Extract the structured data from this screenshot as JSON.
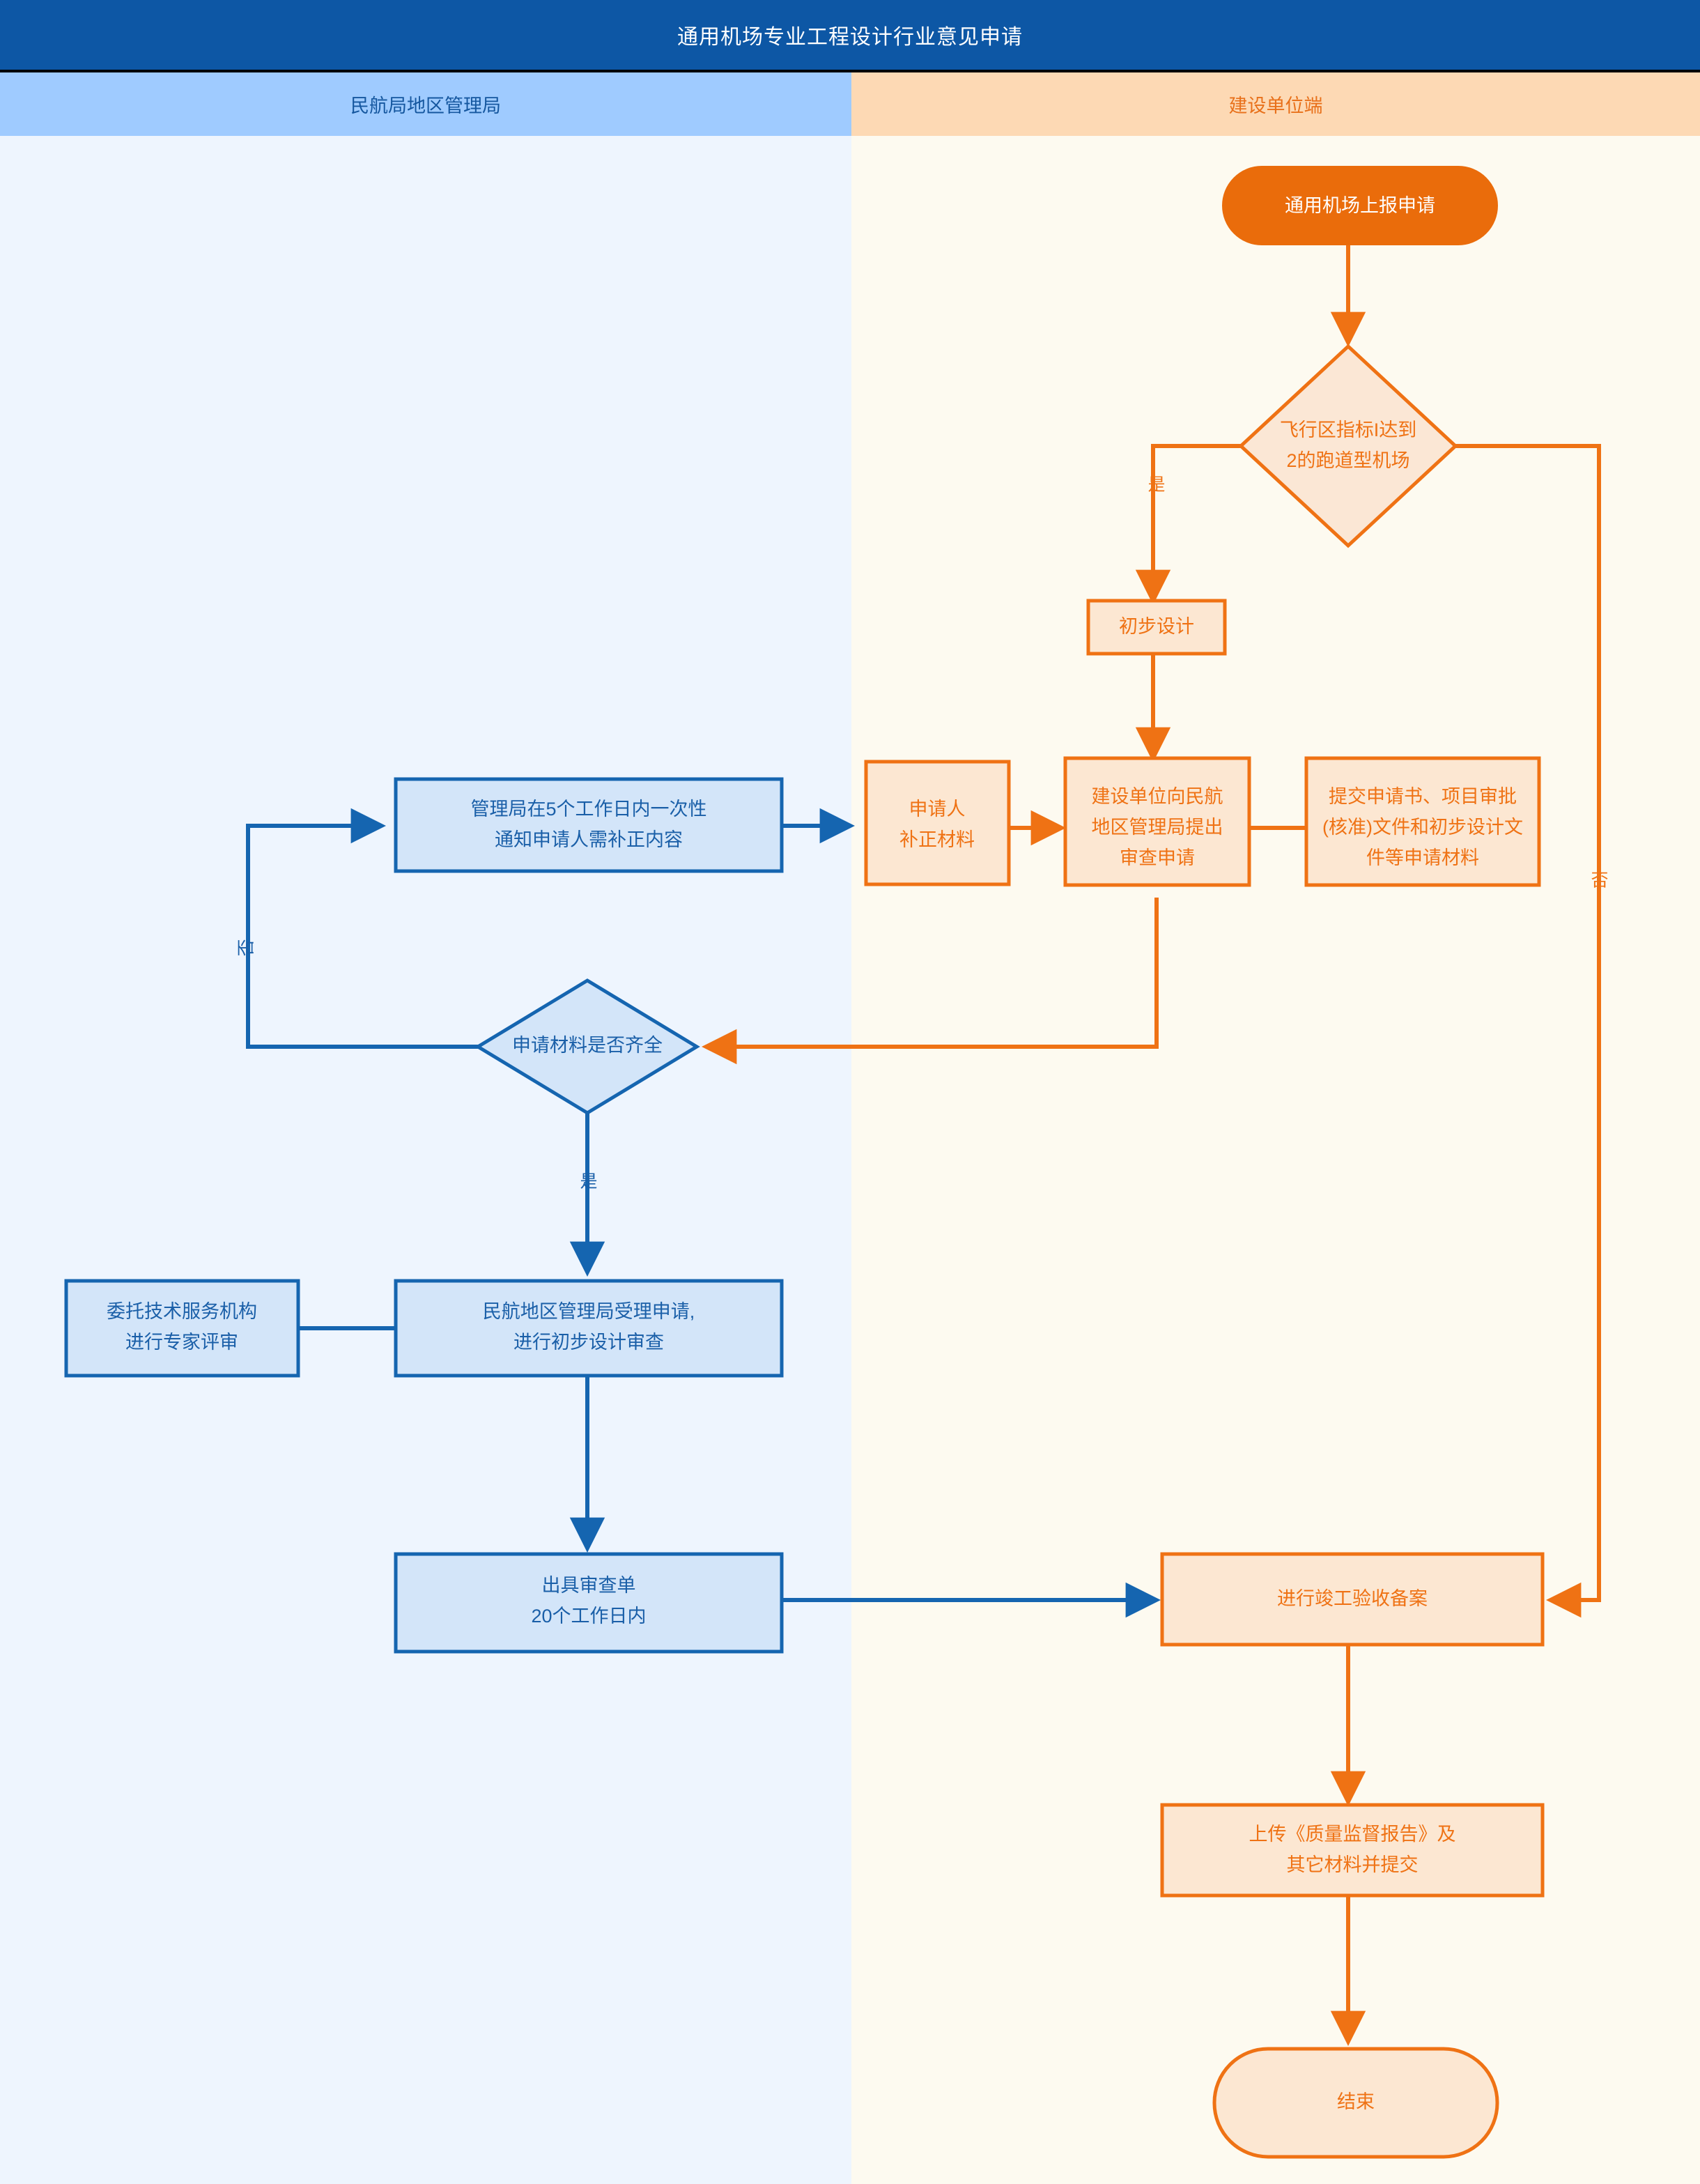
{
  "document": {
    "title": "通用机场专业工程设计行业意见申请",
    "type": "swimlane-flowchart"
  },
  "theme": {
    "title_bar_bg": "#0d57a5",
    "title_bar_text": "#ffffff",
    "lane_left_header_bg": "#9fcbff",
    "lane_left_header_text": "#15579f",
    "lane_left_body_bg": "#eef5fe",
    "lane_right_header_bg": "#fdd9b4",
    "lane_right_header_text": "#e8701a",
    "lane_right_body_bg": "#fdfaf0",
    "blue_stroke": "#1565b0",
    "blue_fill": "#d3e5f9",
    "orange_stroke": "#ef7214",
    "orange_fill": "#fce7d2",
    "orange_solid": "#ea6c0b"
  },
  "lanes": [
    {
      "id": "lane-authority",
      "label": "民航局地区管理局",
      "side": "left"
    },
    {
      "id": "lane-applicant",
      "label": "建设单位端",
      "side": "right"
    }
  ],
  "nodes": {
    "start": {
      "label": "通用机场上报申请",
      "shape": "stadium",
      "lane": "lane-applicant"
    },
    "decision_runway": {
      "line1": "飞行区指标I达到",
      "line2": "2的跑道型机场",
      "shape": "diamond",
      "lane": "lane-applicant"
    },
    "preliminary_design": {
      "label": "初步设计",
      "shape": "rect",
      "lane": "lane-applicant"
    },
    "notify_correction": {
      "line1": "管理局在5个工作日内一次性",
      "line2": "通知申请人需补正内容",
      "shape": "rect",
      "lane": "lane-authority"
    },
    "applicant_correct": {
      "line1": "申请人",
      "line2": "补正材料",
      "shape": "rect",
      "lane": "lane-applicant"
    },
    "submit_review": {
      "line1": "建设单位向民航",
      "line2": "地区管理局提出",
      "line3": "审查申请",
      "shape": "rect",
      "lane": "lane-applicant"
    },
    "materials_list": {
      "line1": "提交申请书、项目审批",
      "line2": "(核准)文件和初步设计文",
      "line3": "件等申请材料",
      "shape": "rect",
      "lane": "lane-applicant"
    },
    "decision_complete": {
      "label": "申请材料是否齐全",
      "shape": "diamond",
      "lane": "lane-authority"
    },
    "expert_review": {
      "line1": "委托技术服务机构",
      "line2": "进行专家评审",
      "shape": "rect",
      "lane": "lane-authority"
    },
    "accept_review": {
      "line1": "民航地区管理局受理申请,",
      "line2": "进行初步设计审查",
      "shape": "rect",
      "lane": "lane-authority"
    },
    "issue_sheet": {
      "line1": "出具审查单",
      "line2": "20个工作日内",
      "shape": "rect",
      "lane": "lane-authority"
    },
    "completion_filing": {
      "label": "进行竣工验收备案",
      "shape": "rect",
      "lane": "lane-applicant"
    },
    "upload_report": {
      "line1": "上传《质量监督报告》及",
      "line2": "其它材料并提交",
      "shape": "rect",
      "lane": "lane-applicant"
    },
    "end": {
      "label": "结束",
      "shape": "stadium",
      "lane": "lane-applicant"
    }
  },
  "edge_labels": {
    "runway_yes": "是",
    "runway_no": "否",
    "complete_yes": "是",
    "complete_no": "否"
  }
}
